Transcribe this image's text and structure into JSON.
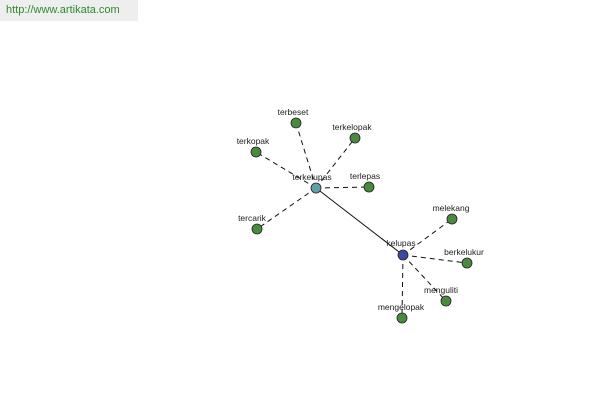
{
  "watermark": {
    "url": "http://www.artikata.com"
  },
  "colors": {
    "synonym_node": "#4a8a3e",
    "hub_primary": "#5fa0a8",
    "hub_secondary": "#3a4aa0",
    "watermark_bg": "#eeeeee",
    "watermark_text": "#2e8b2e"
  },
  "graph": {
    "nodes": [
      {
        "id": "terkelupas",
        "label": "terkelupas",
        "kind": "hub_primary"
      },
      {
        "id": "kelupas",
        "label": "kelupas",
        "kind": "hub_secondary"
      },
      {
        "id": "terbeset",
        "label": "terbeset",
        "kind": "synonym"
      },
      {
        "id": "terkelopak",
        "label": "terkelopak",
        "kind": "synonym"
      },
      {
        "id": "terkopak",
        "label": "terkopak",
        "kind": "synonym"
      },
      {
        "id": "terlepas",
        "label": "terlepas",
        "kind": "synonym"
      },
      {
        "id": "tercarik",
        "label": "tercarik",
        "kind": "synonym"
      },
      {
        "id": "melekang",
        "label": "melekang",
        "kind": "synonym"
      },
      {
        "id": "berkelukur",
        "label": "berkelukur",
        "kind": "synonym"
      },
      {
        "id": "menguliti",
        "label": "menguliti",
        "kind": "synonym"
      },
      {
        "id": "mengelopak",
        "label": "mengelopak",
        "kind": "synonym"
      }
    ],
    "edges": [
      {
        "from": "terkelupas",
        "to": "kelupas",
        "style": "solid"
      },
      {
        "from": "terkelupas",
        "to": "terbeset",
        "style": "dashed"
      },
      {
        "from": "terkelupas",
        "to": "terkelopak",
        "style": "dashed"
      },
      {
        "from": "terkelupas",
        "to": "terkopak",
        "style": "dashed"
      },
      {
        "from": "terkelupas",
        "to": "terlepas",
        "style": "dashed"
      },
      {
        "from": "terkelupas",
        "to": "tercarik",
        "style": "dashed"
      },
      {
        "from": "kelupas",
        "to": "melekang",
        "style": "dashed"
      },
      {
        "from": "kelupas",
        "to": "berkelukur",
        "style": "dashed"
      },
      {
        "from": "kelupas",
        "to": "menguliti",
        "style": "dashed"
      },
      {
        "from": "kelupas",
        "to": "mengelopak",
        "style": "dashed"
      }
    ]
  }
}
